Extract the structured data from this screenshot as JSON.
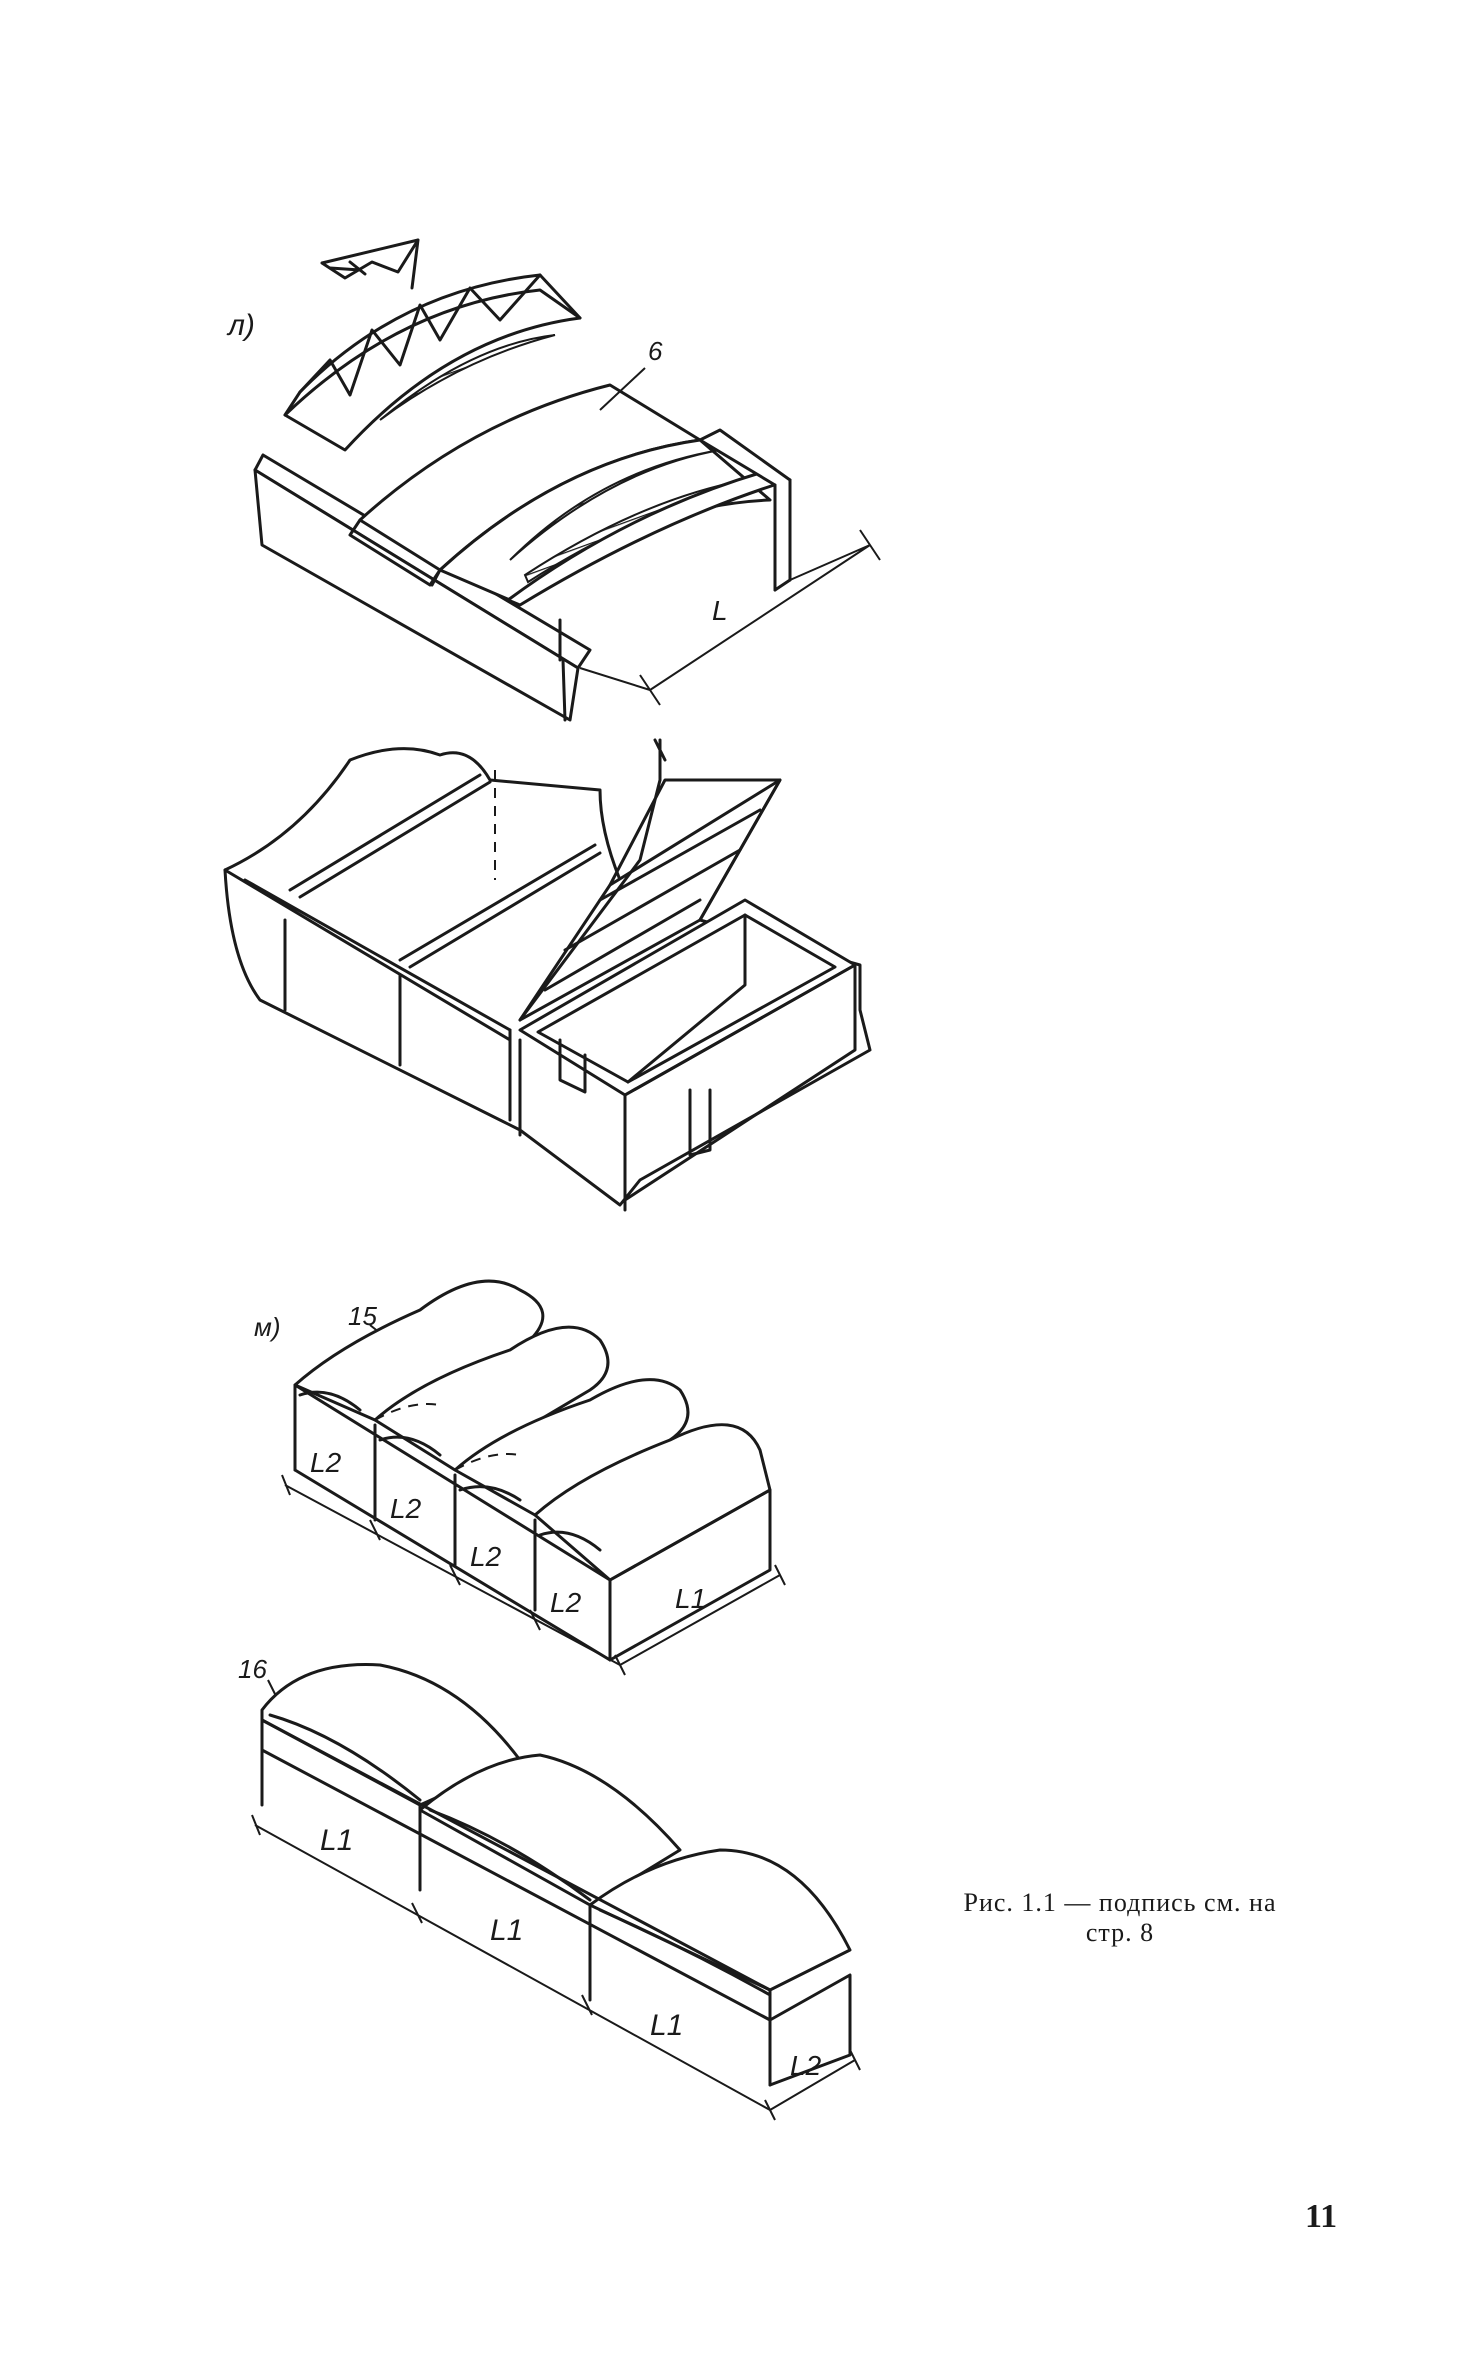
{
  "figure": {
    "panel_l": {
      "label": "л)",
      "callout": "6",
      "span_label": "L"
    },
    "panel_m": {
      "label": "м)",
      "callout_top": "15",
      "callout_bottom": "16",
      "top_dims": [
        "L2",
        "L2",
        "L2",
        "L2",
        "L1"
      ],
      "bottom_dims": [
        "L1",
        "L1",
        "L1",
        "L2"
      ]
    }
  },
  "caption": {
    "line1": "Рис.   1.1 — подпись   см.  на",
    "line2": "стр.  8"
  },
  "page_number": "11"
}
